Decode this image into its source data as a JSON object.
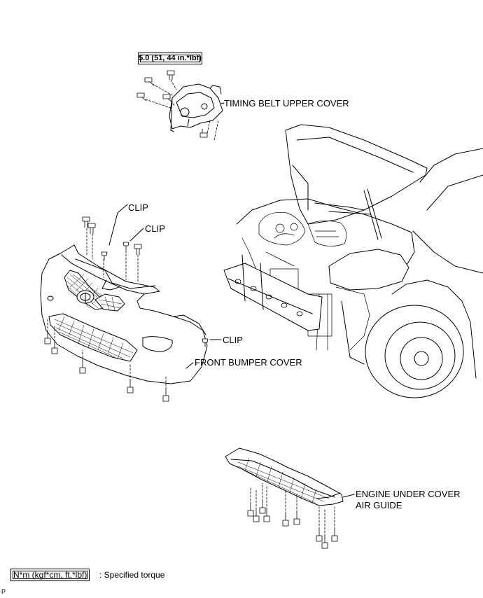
{
  "torque_spec": "5.0 (51, 44 in.*lbf)",
  "labels": {
    "timing_belt_upper_cover": "TIMING BELT UPPER COVER",
    "clip_1": "CLIP",
    "clip_2": "CLIP",
    "clip_3": "CLIP",
    "front_bumper_cover": "FRONT BUMPER COVER",
    "engine_under_cover_line1": "ENGINE UNDER COVER",
    "engine_under_cover_line2": "AIR GUIDE"
  },
  "legend": {
    "unit_box": "N*m (kgf*cm, ft.*lbf)",
    "description": ": Specified torque"
  },
  "page_code": "P"
}
